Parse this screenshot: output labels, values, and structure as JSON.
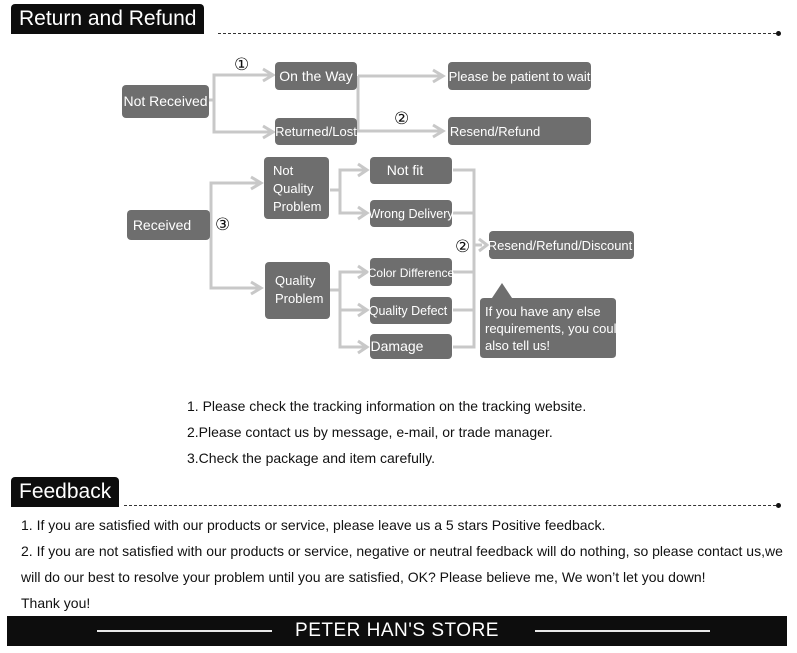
{
  "headers": {
    "return_refund": "Return and Refund",
    "feedback": "Feedback"
  },
  "diagram": {
    "not_received": "Not Received",
    "on_the_way": "On the Way",
    "returned_lost": "Returned/Lost",
    "be_patient": "Please be patient to wait",
    "resend_refund": "Resend/Refund",
    "received": "Received",
    "not_quality_problem": [
      "Not",
      "Quality",
      "Problem"
    ],
    "quality_problem": [
      "Quality",
      "Problem"
    ],
    "not_fit": "Not fit",
    "wrong_delivery": "Wrong Delivery",
    "color_difference": "Color Difference",
    "quality_defect": "Quality Defect",
    "damage": "Damage",
    "resend_refund_discount": "Resend/Refund/Discount",
    "else_requirements": [
      "If you have any else",
      "requirements, you could",
      "also tell us!"
    ],
    "markers": {
      "one": "①",
      "two": "②",
      "three": "③"
    }
  },
  "steps": [
    "1. Please check the tracking information on the tracking website.",
    "2.Please contact us by message, e-mail, or trade manager.",
    "3.Check the package and item carefully."
  ],
  "feedback": [
    "1. If you are satisfied with our products or service, please leave us a 5 stars Positive feedback.",
    "2. If you are not satisfied with our products or service, negative or neutral feedback will do nothing, so please contact us,we will do our best to resolve your problem until you are satisfied, OK? Please believe me, We won’t let you down!",
    "Thank you!"
  ],
  "footer": {
    "store_name": "PETER HAN'S STORE"
  }
}
